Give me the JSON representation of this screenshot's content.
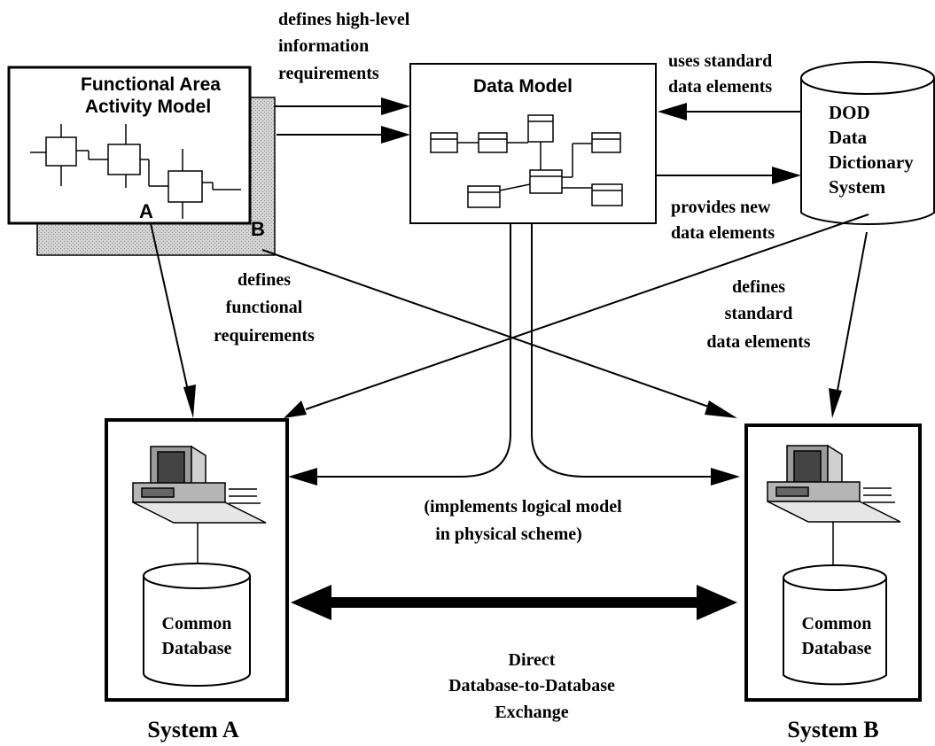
{
  "labels": {
    "defines_high_level": [
      "defines high-level",
      "information",
      "requirements"
    ],
    "uses_standard": [
      "uses standard",
      "data elements"
    ],
    "provides_new": [
      "provides new",
      "data elements"
    ],
    "defines_functional": [
      "defines",
      "functional",
      "requirements"
    ],
    "defines_standard": [
      "defines",
      "standard",
      "data elements"
    ],
    "implements": [
      "(implements logical model",
      "in physical scheme)"
    ],
    "direct_exchange": [
      "Direct",
      "Database-to-Database",
      "Exchange"
    ]
  },
  "activity_model": {
    "title": [
      "Functional Area",
      "Activity Model"
    ],
    "front_label": "A",
    "back_label": "B"
  },
  "data_model": {
    "title": "Data Model"
  },
  "dictionary": {
    "lines": [
      "DOD",
      "Data",
      "Dictionary",
      "System"
    ]
  },
  "system_a": {
    "title": "System A",
    "database": [
      "Common",
      "Database"
    ]
  },
  "system_b": {
    "title": "System B",
    "database": [
      "Common",
      "Database"
    ]
  }
}
